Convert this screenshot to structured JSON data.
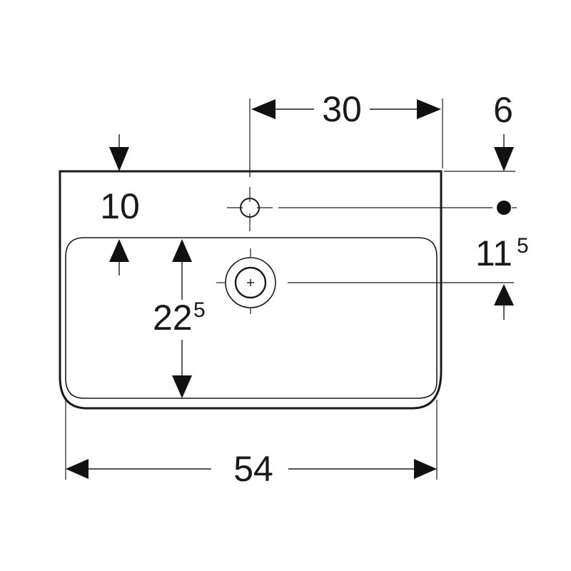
{
  "dimensions": {
    "tap_to_right_edge": "30",
    "overflow_offset": "6",
    "tap_from_back": "10",
    "bowl_depth_main": "22",
    "bowl_depth_sup": "5",
    "waste_from_back_main": "11",
    "waste_from_back_sup": "5",
    "overall_width": "54"
  },
  "colors": {
    "line": "#1a1a1a",
    "arrow": "#111111",
    "background": "#ffffff"
  }
}
